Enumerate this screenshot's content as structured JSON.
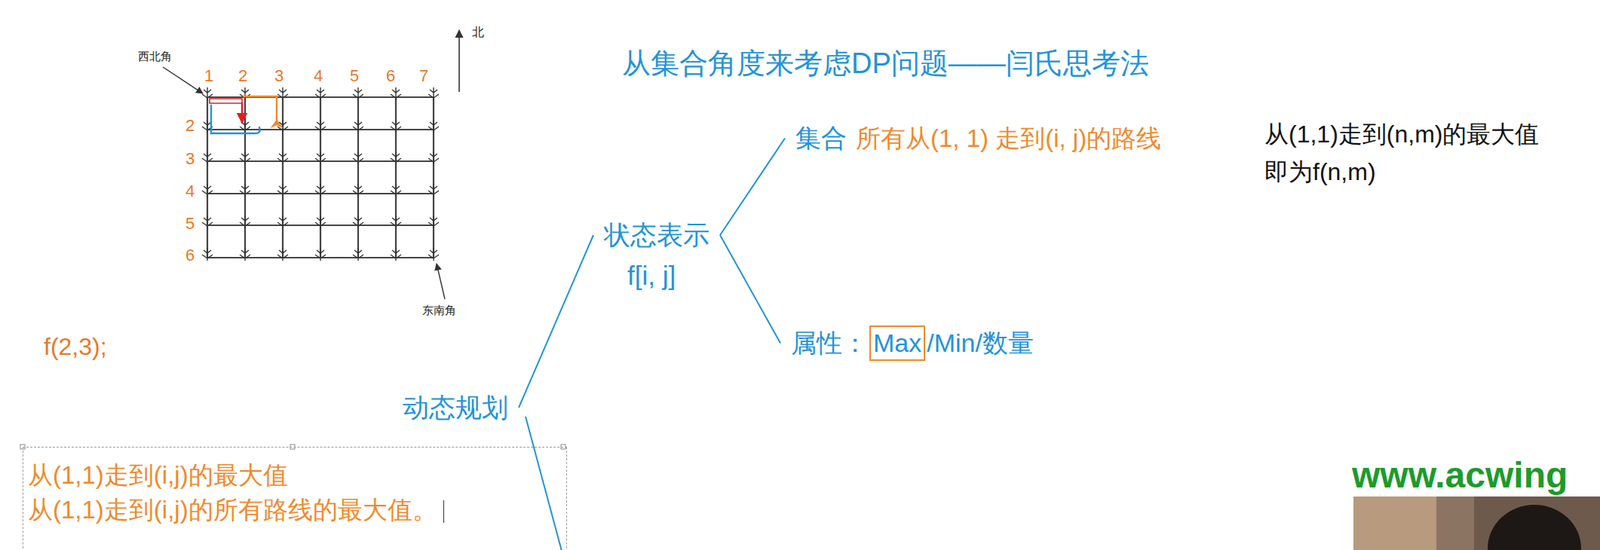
{
  "diagram": {
    "title": "从集合角度来考虑DP问题——闫氏思考法",
    "nodes": [
      {
        "text": [
          "动态规划"
        ]
      },
      {
        "text": [
          "状态表示",
          "f[i, j]"
        ]
      },
      {
        "text": [
          "集合",
          "所有从(1, 1) 走到(i, j)的路线"
        ]
      },
      {
        "text": [
          "属性：",
          "Max",
          "/Min/数量"
        ]
      },
      {
        "text": [
          "从(1,1)走到(i,j)的最大值",
          "从(1,1)走到(i,j)的所有路线的最大值。"
        ]
      }
    ],
    "edges": [
      {
        "from": 0,
        "to": 1,
        "arrow": "none"
      },
      {
        "from": 1,
        "to": 2,
        "arrow": "none"
      },
      {
        "from": 1,
        "to": 3,
        "arrow": "none"
      }
    ],
    "labels": [
      "西北角",
      "北",
      "1",
      "2",
      "3",
      "4",
      "5",
      "6",
      "7",
      "2",
      "3",
      "4",
      "5",
      "6",
      "东南角",
      "f(2,3);",
      "从(1,1)走到(n,m)的最大值",
      "即为f(n,m)",
      "www.acwing"
    ]
  }
}
